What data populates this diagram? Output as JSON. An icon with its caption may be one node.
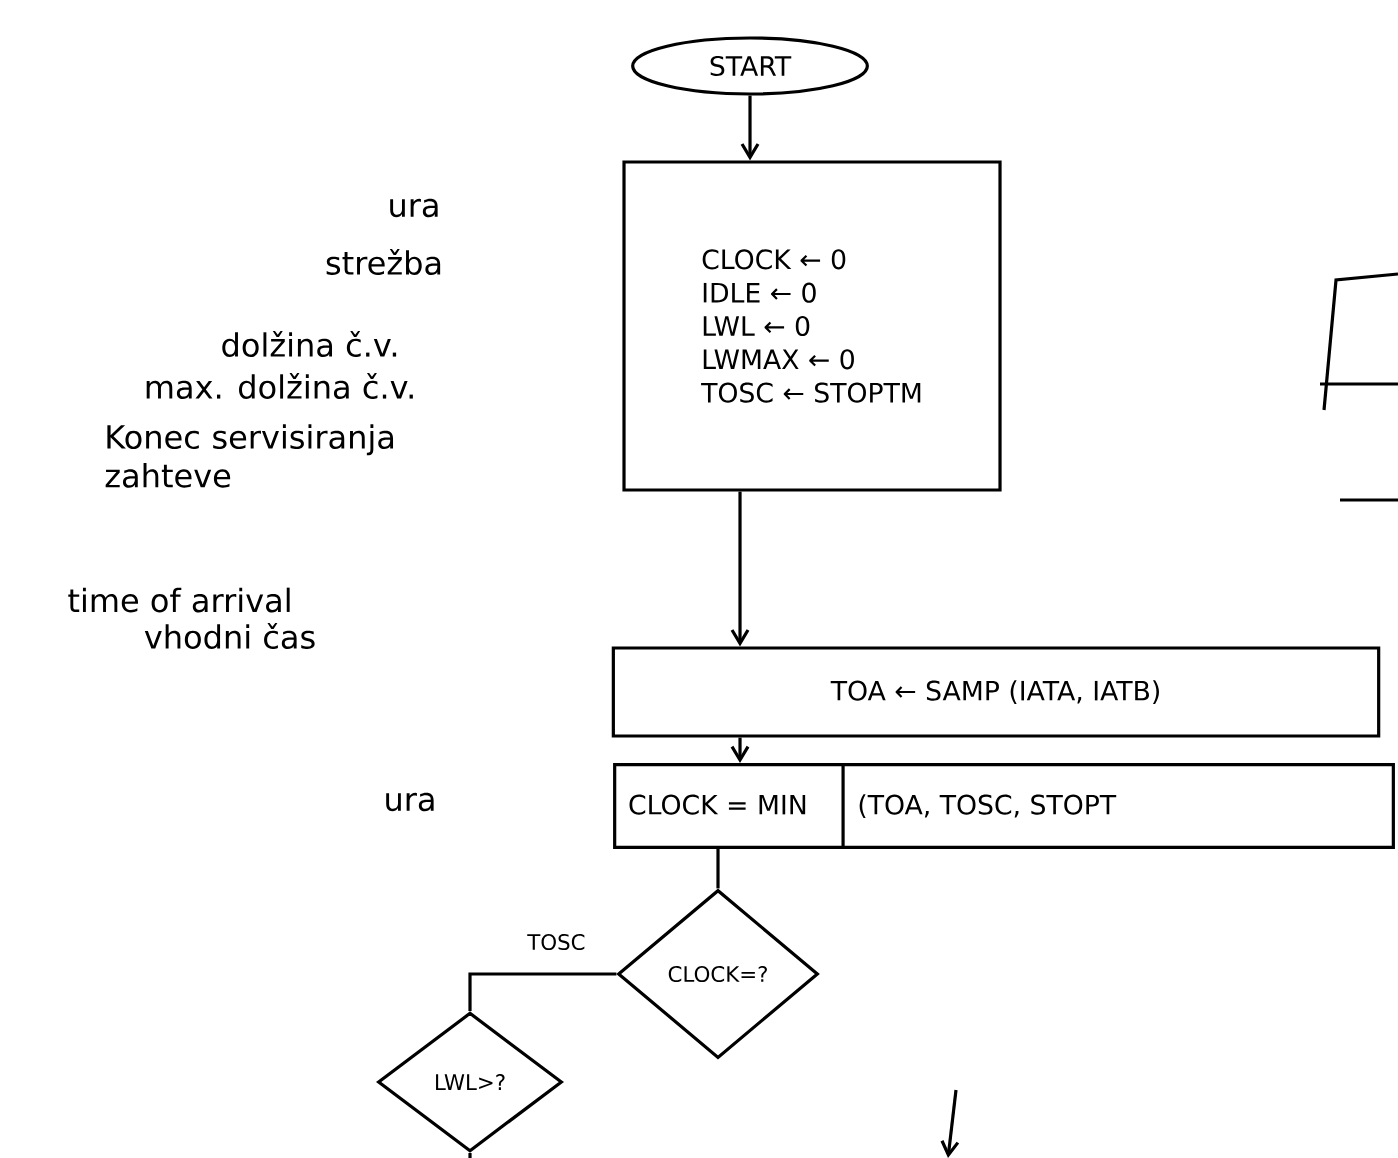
{
  "diagram": {
    "nodes": [
      {
        "text": [
          "START"
        ]
      },
      {
        "text": [
          "CLOCK ← 0",
          "IDLE ← 0",
          "LWL ← 0",
          "LWMAX ← 0",
          "TOSC ← STOPTM"
        ]
      },
      {
        "text": [
          "TOA ← SAMP (IATA, IATB)"
        ]
      },
      {
        "text": [
          "CLOCK = MIN",
          "(TOA, TOSC, STOPT"
        ]
      },
      {
        "text": [
          "CLOCK=?"
        ]
      },
      {
        "text": [
          "LWL>?"
        ]
      }
    ],
    "edges": [
      {
        "from": 0,
        "to": 1,
        "arrow": "to"
      },
      {
        "from": 1,
        "to": 2,
        "arrow": "to"
      },
      {
        "from": 2,
        "to": 3,
        "arrow": "to"
      },
      {
        "from": 3,
        "to": 4,
        "arrow": "none"
      },
      {
        "from": 4,
        "to": 5,
        "arrow": "none",
        "label": "TOSC"
      },
      {
        "from": 5,
        "to": null,
        "arrow": "none"
      }
    ],
    "labels": [
      "ura",
      "strežba",
      "dolžina č.v.",
      "max. dolžina č.v.",
      "Konec servisiranja zahteve",
      "time of arrival",
      "vhodni čas",
      "ura"
    ]
  }
}
